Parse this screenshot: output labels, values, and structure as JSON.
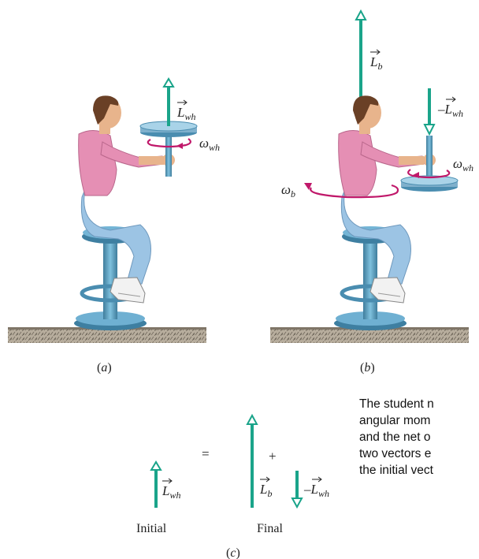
{
  "panels": {
    "a": {
      "caption": "(a)",
      "vector_label": {
        "symbol": "L",
        "subscript": "wh"
      },
      "omega_label": {
        "symbol": "ω",
        "subscript": "wh"
      }
    },
    "b": {
      "caption": "(b)",
      "vector_up_label": {
        "symbol": "L",
        "subscript": "b"
      },
      "vector_down_label": {
        "prefix": "–",
        "symbol": "L",
        "subscript": "wh"
      },
      "omega_wheel_label": {
        "symbol": "ω",
        "subscript": "wh"
      },
      "omega_body_label": {
        "symbol": "ω",
        "subscript": "b"
      }
    },
    "c": {
      "caption": "(c)",
      "initial_vector_label": {
        "symbol": "L",
        "subscript": "wh"
      },
      "equals_sign": "=",
      "plus_sign": "+",
      "final_up_label": {
        "symbol": "L",
        "subscript": "b"
      },
      "final_down_label": {
        "prefix": "–",
        "symbol": "L",
        "subscript": "wh"
      },
      "initial_label": "Initial",
      "final_label": "Final"
    }
  },
  "note": {
    "text": "The student n\nangular mom\nand the net o\ntwo vectors e\nthe initial vect"
  },
  "colors": {
    "vector": "#1aa48a",
    "rotation": "#c0186a",
    "shirt": "#e58fb4",
    "pants": "#9cc4e4",
    "skin": "#e8b48c",
    "hair": "#6a4026",
    "stool": "#5a9fbf",
    "wheel": "#7fb0cc",
    "floor": "#a59c8e"
  }
}
